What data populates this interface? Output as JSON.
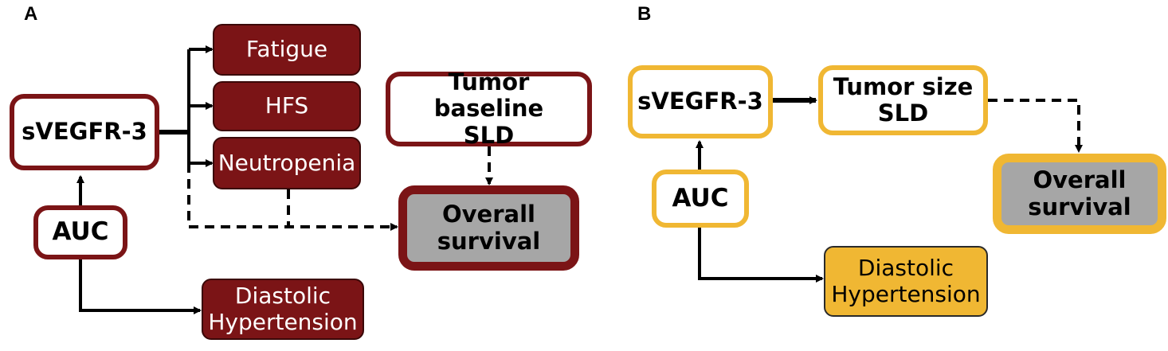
{
  "colors": {
    "panel_a": "#7b1416",
    "panel_b": "#f0b733",
    "survival_fill": "#a6a6a6"
  },
  "panel_a": {
    "letter": "A",
    "svegfr3": "sVEGFR-3",
    "auc": "AUC",
    "fatigue": "Fatigue",
    "hfs": "HFS",
    "neutropenia": "Neutropenia",
    "diastolic": [
      "Diastolic",
      "Hypertension"
    ],
    "tumor_baseline": [
      "Tumor baseline",
      "SLD"
    ],
    "survival": [
      "Overall",
      "survival"
    ]
  },
  "panel_b": {
    "letter": "B",
    "svegfr3": "sVEGFR-3",
    "tumor_size": [
      "Tumor size",
      "SLD"
    ],
    "auc": "AUC",
    "survival": [
      "Overall",
      "survival"
    ],
    "diastolic": [
      "Diastolic",
      "Hypertension"
    ]
  }
}
